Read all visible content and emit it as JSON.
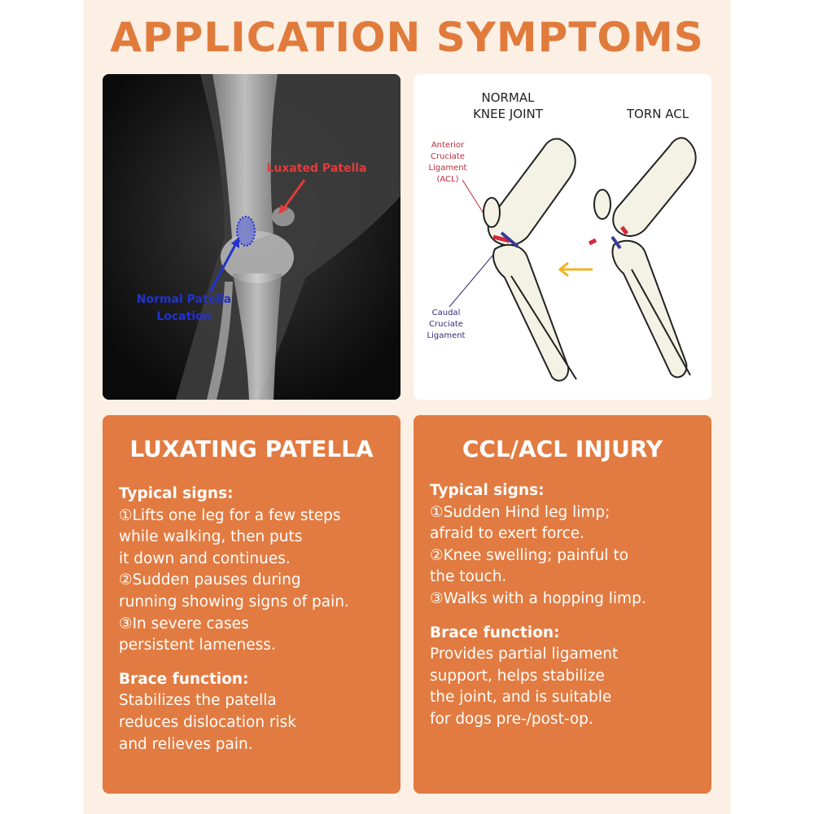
{
  "title": "APPLICATION SYMPTOMS",
  "xray": {
    "label_luxated": "Luxated Patella",
    "label_normal_line1": "Normal Patella",
    "label_normal_line2": "Location"
  },
  "diagram": {
    "normal_title_line1": "NORMAL",
    "normal_title_line2": "KNEE JOINT",
    "torn_title": "TORN ACL",
    "acl_label": [
      "Anterior",
      "Cruciate",
      "Ligament",
      "(ACL)"
    ],
    "caudal_label": [
      "Caudal",
      "Cruciate",
      "Ligament"
    ]
  },
  "cards": {
    "luxating": {
      "title": "LUXATING PATELLA",
      "signs_heading": "Typical signs:",
      "signs_lines": [
        "①Lifts one leg for a few steps",
        "while walking, then puts",
        "it down and continues.",
        "②Sudden pauses during",
        "running showing signs of pain.",
        "③In severe cases",
        "persistent lameness."
      ],
      "brace_heading": "Brace function:",
      "brace_lines": [
        "Stabilizes the patella",
        "reduces dislocation risk",
        "and relieves pain."
      ]
    },
    "ccl": {
      "title": "CCL/ACL INJURY",
      "signs_heading": "Typical signs:",
      "signs_lines": [
        "①Sudden Hind leg limp;",
        "afraid to exert force.",
        "②Knee swelling; painful to",
        "the touch.",
        "③Walks with a hopping limp."
      ],
      "brace_heading": "Brace function:",
      "brace_lines": [
        "Provides partial ligament",
        "support, helps stabilize",
        "the joint, and is suitable",
        "for dogs pre-/post-op."
      ]
    }
  },
  "colors": {
    "accent": "#e07b3c",
    "card": "#e27b41",
    "background": "#fcefe4",
    "xray_red": "#e23b3b",
    "xray_blue": "#2233cc",
    "ligament_red": "#d6283a",
    "ligament_blue": "#3a3a9a",
    "arrow_yellow": "#f0b323"
  }
}
